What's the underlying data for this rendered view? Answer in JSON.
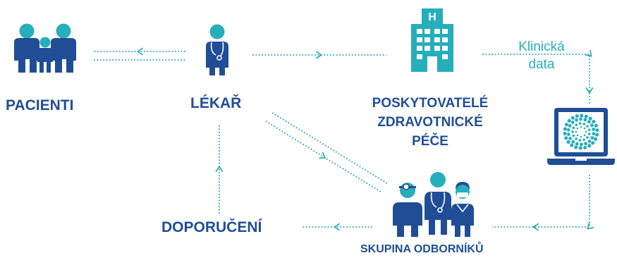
{
  "labels": {
    "patients": "PACIENTI",
    "doctor": "LÉKAŘ",
    "providers_line1": "POSKYTOVATELÉ",
    "providers_line2": "ZDRAVOTNICKÉ",
    "providers_line3": "PÉČE",
    "referral": "DOPORUČENÍ",
    "experts": "SKUPINA ODBORNÍKŮ"
  },
  "annotations": {
    "clinical_line1": "Klinická",
    "clinical_line2": "data"
  },
  "icons": {
    "hospital_letter": "H"
  },
  "colors": {
    "navy": "#1f4e96",
    "cyan": "#26aebb",
    "dot": "#29a9b6"
  }
}
